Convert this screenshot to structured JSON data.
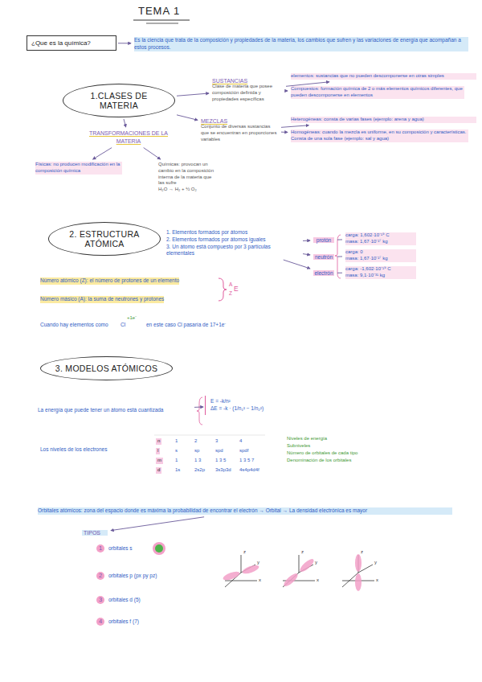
{
  "diagram": {
    "title": "TEMA 1",
    "nodes": [
      {
        "text": [
          "¿Que es la química?"
        ]
      },
      {
        "text": [
          "Es la ciencia que trata de la composición y propiedades de la materia, los cambios que sufren y las variaciones de energía que acompañan a estos procesos."
        ]
      },
      {
        "text": [
          "1.CLASES DE MATERIA"
        ]
      },
      {
        "text": [
          "SUSTANCIAS",
          "Clase de materia que posee composición definida y propiedades específicas"
        ]
      },
      {
        "text": [
          "elementos: sustancias que no pueden descomponerse en otras simples"
        ]
      },
      {
        "text": [
          "Compuestos: formación química de 2 o más elementos químicos diferentes, que pueden descomponerse en elementos"
        ]
      },
      {
        "text": [
          "MEZCLAS",
          "Conjunto de diversas sustancias que se encuentran en proporciones variables"
        ]
      },
      {
        "text": [
          "Heterogéneas: consta de varias fases (ejemplo: arena y agua)"
        ]
      },
      {
        "text": [
          "Homogéneas: cuando la mezcla es uniforme, en su composición y características. Consta de una sola fase (ejemplo: sal y agua)"
        ]
      },
      {
        "text": [
          "TRANSFORMACIONES DE LA MATERIA"
        ]
      },
      {
        "text": [
          "Físicas: no producen modificación en la composición química"
        ]
      },
      {
        "text": [
          "Químicas: provocan un cambio en la composición interna de la materia que las sufre",
          "H₂O → H₂ + ½ O₂"
        ]
      },
      {
        "text": [
          "2. ESTRUCTURA ATÓMICA"
        ]
      },
      {
        "text": [
          "1. Elementos formados por átomos",
          "2. Elementos formados por átomos iguales",
          "3. Un átomo está compuesto por 3 partículas elementales"
        ]
      },
      {
        "text": [
          "protón"
        ]
      },
      {
        "text": [
          "neutrón"
        ]
      },
      {
        "text": [
          "electrón"
        ]
      },
      {
        "text": [
          "carga: 1,602·10⁻¹⁹ C",
          "masa: 1,67·10⁻²⁷ kg"
        ]
      },
      {
        "text": [
          "carga: 0",
          "masa: 1,67·10⁻²⁷ kg"
        ]
      },
      {
        "text": [
          "carga: -1,602·10⁻¹⁹ C",
          "masa: 9,1·10⁻³¹ kg"
        ]
      },
      {
        "text": [
          "3. MODELOS ATÓMICOS"
        ]
      },
      {
        "text": [
          "La energía que puede tener un átomo está cuantizada"
        ]
      },
      {
        "text": [
          "E = -k/n²",
          "ΔE = -k · (1/n₁² − 1/n₂²)"
        ]
      },
      {
        "text": [
          "Orbitales atómicos: zona del espacio donde es máxima la probabilidad de encontrar el electrón → Orbital → La densidad electrónica es mayor"
        ]
      },
      {
        "text": [
          "TIPOS"
        ]
      }
    ],
    "edges": [
      {
        "from": 0,
        "to": 1,
        "arrow": "to"
      },
      {
        "from": 2,
        "to": 3,
        "arrow": "to"
      },
      {
        "from": 2,
        "to": 6,
        "arrow": "to"
      },
      {
        "from": 2,
        "to": 9,
        "arrow": "to"
      },
      {
        "from": 3,
        "to": 4,
        "arrow": "to"
      },
      {
        "from": 3,
        "to": 5,
        "arrow": "to"
      },
      {
        "from": 6,
        "to": 7,
        "arrow": "to"
      },
      {
        "from": 6,
        "to": 8,
        "arrow": "to"
      },
      {
        "from": 9,
        "to": 10,
        "arrow": "to"
      },
      {
        "from": 9,
        "to": 11,
        "arrow": "to"
      },
      {
        "from": 13,
        "to": 14,
        "arrow": "to"
      },
      {
        "from": 13,
        "to": 15,
        "arrow": "to"
      },
      {
        "from": 13,
        "to": 16,
        "arrow": "to"
      },
      {
        "from": 14,
        "to": 17,
        "arrow": "none"
      },
      {
        "from": 15,
        "to": 18,
        "arrow": "none"
      },
      {
        "from": 16,
        "to": 19,
        "arrow": "none"
      },
      {
        "from": 21,
        "to": 22,
        "arrow": "to"
      },
      {
        "from": 23,
        "to": 24,
        "arrow": "to"
      }
    ],
    "labels": [
      "Número atómico (Z): el número de protones de un elemento",
      "Número másico (A): la suma de neutrones y protones",
      "A",
      "Z",
      "E",
      "Cuando hay elementos como",
      "Cl",
      "+1e⁻",
      "en este caso Cl pasaría de 17+1e⁻",
      "n",
      "1",
      "2",
      "3",
      "4",
      "l",
      "s",
      "sp",
      "spd",
      "spdf",
      "m",
      "1",
      "1 3",
      "1 3 5",
      "1 3 5 7",
      "d",
      "1s",
      "2s2p",
      "3s3p3d",
      "4s4p4d4f",
      "Niveles de energía",
      "Subniveles",
      "Número de orbitales de cada tipo",
      "Denominación de los orbitales",
      "Los niveles de los electrones",
      "1",
      "orbitales s",
      "2",
      "orbitales p (px py pz)",
      "3",
      "orbitales d (5)",
      "4",
      "orbitales f (7)",
      "z",
      "y",
      "x",
      "z",
      "y",
      "x",
      "z",
      "y",
      "x"
    ]
  }
}
